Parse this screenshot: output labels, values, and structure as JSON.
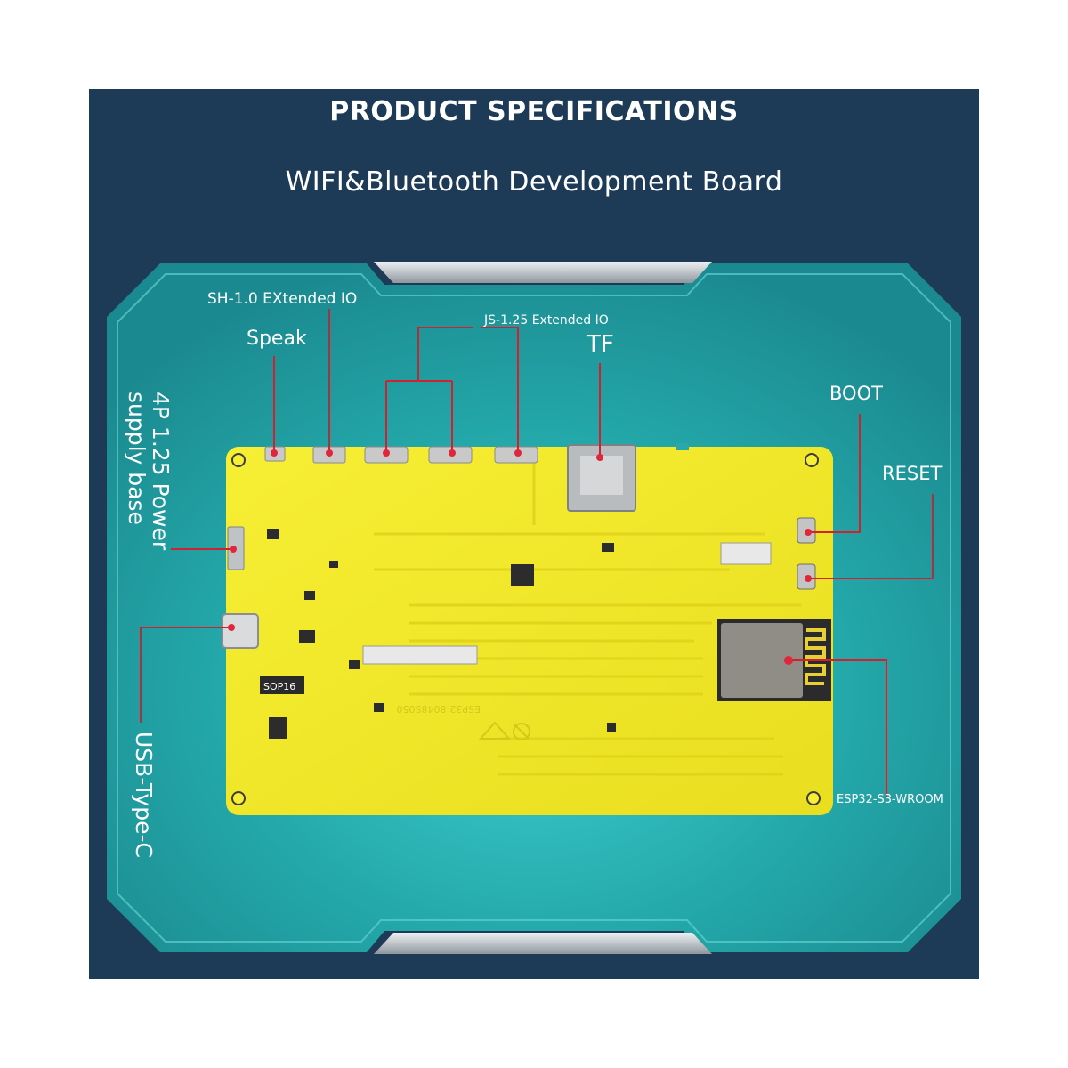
{
  "header": {
    "title": "PRODUCT SPECIFICATIONS",
    "subtitle": "WIFI&Bluetooth Development Board"
  },
  "callouts": {
    "sh_extended_io": "SH-1.0 EXtended IO",
    "speak": "Speak",
    "js_extended_io": "JS-1.25 Extended IO",
    "tf": "TF",
    "boot": "BOOT",
    "reset": "RESET",
    "power_base": [
      "4P 1.25 Power",
      "supply base"
    ],
    "usb": "USB-Type-C",
    "module": "ESP32-S3-WROOM"
  },
  "board": {
    "silk_sop": "SOP16",
    "silk_model": "ESP32-8048S050"
  },
  "colors": {
    "outer_bg": "#1d3a56",
    "panel": "#23a4a4",
    "frame": "#2a8e94",
    "board": "#f2ea2a",
    "callout_line": "#d4202e"
  }
}
